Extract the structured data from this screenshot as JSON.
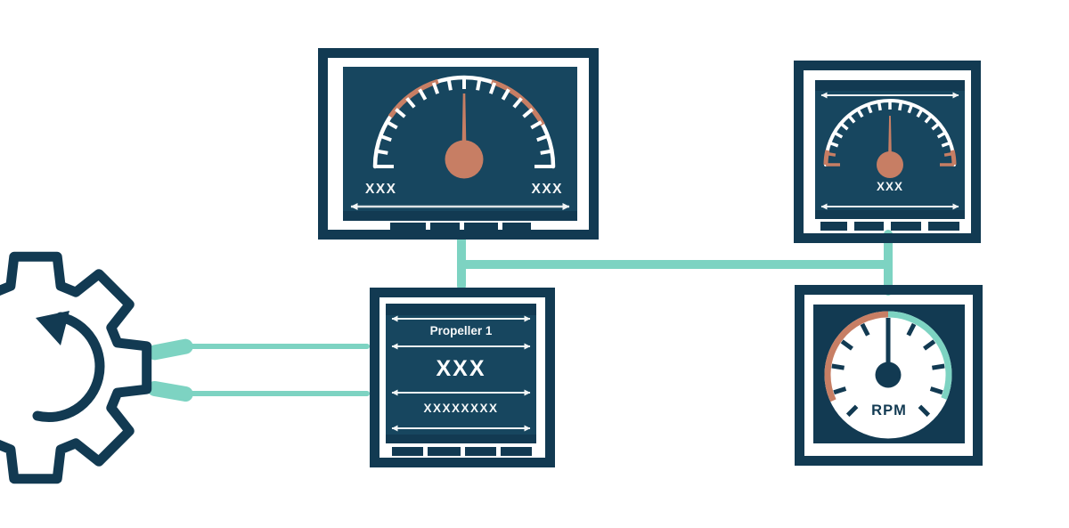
{
  "diagram": {
    "top_gauge_panel": {
      "left_value": "XXX",
      "right_value": "XXX"
    },
    "side_gauge_panel": {
      "value": "XXX"
    },
    "propeller_panel": {
      "title": "Propeller 1",
      "value": "XXX",
      "code": "XXXXXXXX"
    },
    "rpm_gauge": {
      "label": "RPM"
    },
    "colors": {
      "navy": "#123a52",
      "panel_blue": "#17465f",
      "salmon": "#c77e64",
      "teal": "#7dd3c2",
      "line_gray": "#dfe3e6"
    }
  }
}
